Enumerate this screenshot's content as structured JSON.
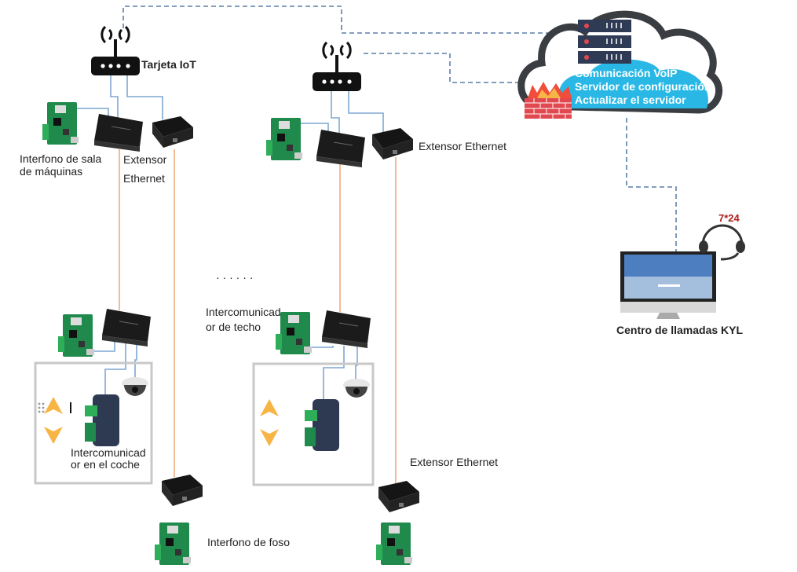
{
  "labels": {
    "iot_card": "Tarjeta IoT",
    "machine_room_1": "Interfono de sala",
    "machine_room_2": "de máquinas",
    "extender_left_1": "Extensor",
    "extender_left_2": "Ethernet",
    "extender_mid": "Extensor Ethernet",
    "extender_bottom": "Extensor Ethernet",
    "dots": "· · · · · ·",
    "roof_1": "Intercomunicad",
    "roof_2": "or de techo",
    "car_1": "Intercomunicad",
    "car_2": "or en el coche",
    "pit": "Interfono de foso",
    "call_center": "Centro de llamadas KYL",
    "availability": "7*24"
  },
  "cloud": {
    "lines": [
      "Comunicación VoIP",
      "Servidor de configuración",
      "Actualizar el servidor"
    ]
  },
  "colors": {
    "ethernet_link": "#7fa7d4",
    "long_link": "#f0b48a",
    "dashed_link": "#5b7fa8",
    "cloud_fill": "#29b8e5",
    "cloud_outline": "#3a3d42",
    "server": "#2f3b55",
    "firewall": "#e2484f",
    "arrow": "#f7b545",
    "availability": "#b01c1c"
  }
}
